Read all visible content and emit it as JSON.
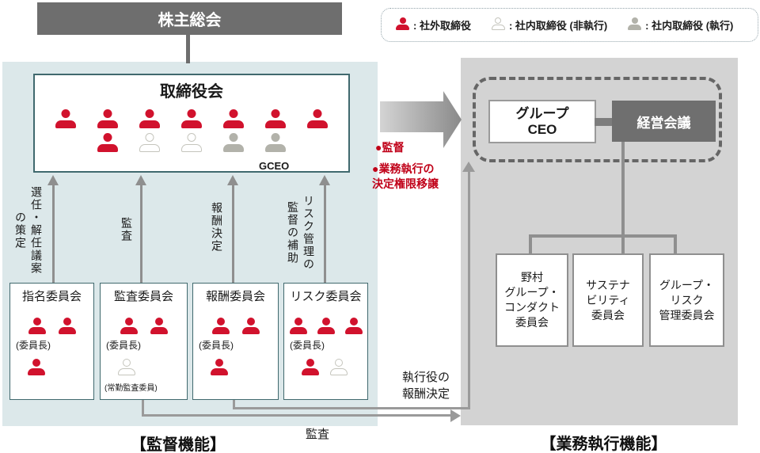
{
  "colors": {
    "outside_director_red": "#d1122d",
    "inside_director_gray": "#b2b2aa",
    "annotation_red": "#c00018",
    "supervisory_panel_bg": "#dce8ea",
    "execution_panel_bg": "#d3d3d3",
    "dark_gray_box": "#6e6e6e",
    "teal_border": "#40696e"
  },
  "shareholders": {
    "label": "株主総会"
  },
  "legend": {
    "items": [
      {
        "icons": [
          "red"
        ],
        "label": ": 社外取締役"
      },
      {
        "icons": [
          "outline"
        ],
        "label": ": 社内取締役 (非執行)"
      },
      {
        "icons": [
          "gray"
        ],
        "label": ": 社内取締役 (執行)"
      }
    ]
  },
  "board": {
    "title": "取締役会",
    "row1": [
      "red",
      "red",
      "red",
      "red",
      "red",
      "red",
      "red"
    ],
    "row2": [
      "red",
      "outline",
      "outline",
      "gray",
      "gray"
    ],
    "gceo": "GCEO"
  },
  "supervisory": {
    "footer": "【監督機能】",
    "committees": [
      {
        "name": "指名委員会",
        "arrow_label": "選任・解任議案\nの策定",
        "row1": [
          "red",
          "red"
        ],
        "row1_note": "(委員長)",
        "row2": [
          "red"
        ],
        "row2_note": ""
      },
      {
        "name": "監査委員会",
        "arrow_label": "監査",
        "row1": [
          "red",
          "red"
        ],
        "row1_note": "(委員長)",
        "row2": [
          "outline"
        ],
        "row2_note": "(常勤監査委員)"
      },
      {
        "name": "報酬委員会",
        "arrow_label": "報酬決定",
        "row1": [
          "red",
          "red"
        ],
        "row1_note": "(委員長)",
        "row2": [
          "red"
        ],
        "row2_note": ""
      },
      {
        "name": "リスク委員会",
        "arrow_label": "リスク管理の\n監督の補助",
        "row1": [
          "red",
          "red",
          "red"
        ],
        "row1_note": "(委員長)",
        "row2": [
          "red",
          "outline"
        ],
        "row2_note": ""
      }
    ]
  },
  "execution": {
    "footer": "【業務執行機能】",
    "group_ceo": "グループ\nCEO",
    "management_meeting": "経営会議",
    "committees": [
      {
        "name": "野村\nグループ・\nコンダクト\n委員会"
      },
      {
        "name": "サステナ\nビリティ\n委員会"
      },
      {
        "name": "グループ・\nリスク\n管理委員会"
      }
    ]
  },
  "annotations": {
    "supervision": "●監督",
    "delegation": "●業務執行の\n決定権限移譲",
    "exec_compensation": "執行役の\n報酬決定",
    "audit": "監査"
  }
}
